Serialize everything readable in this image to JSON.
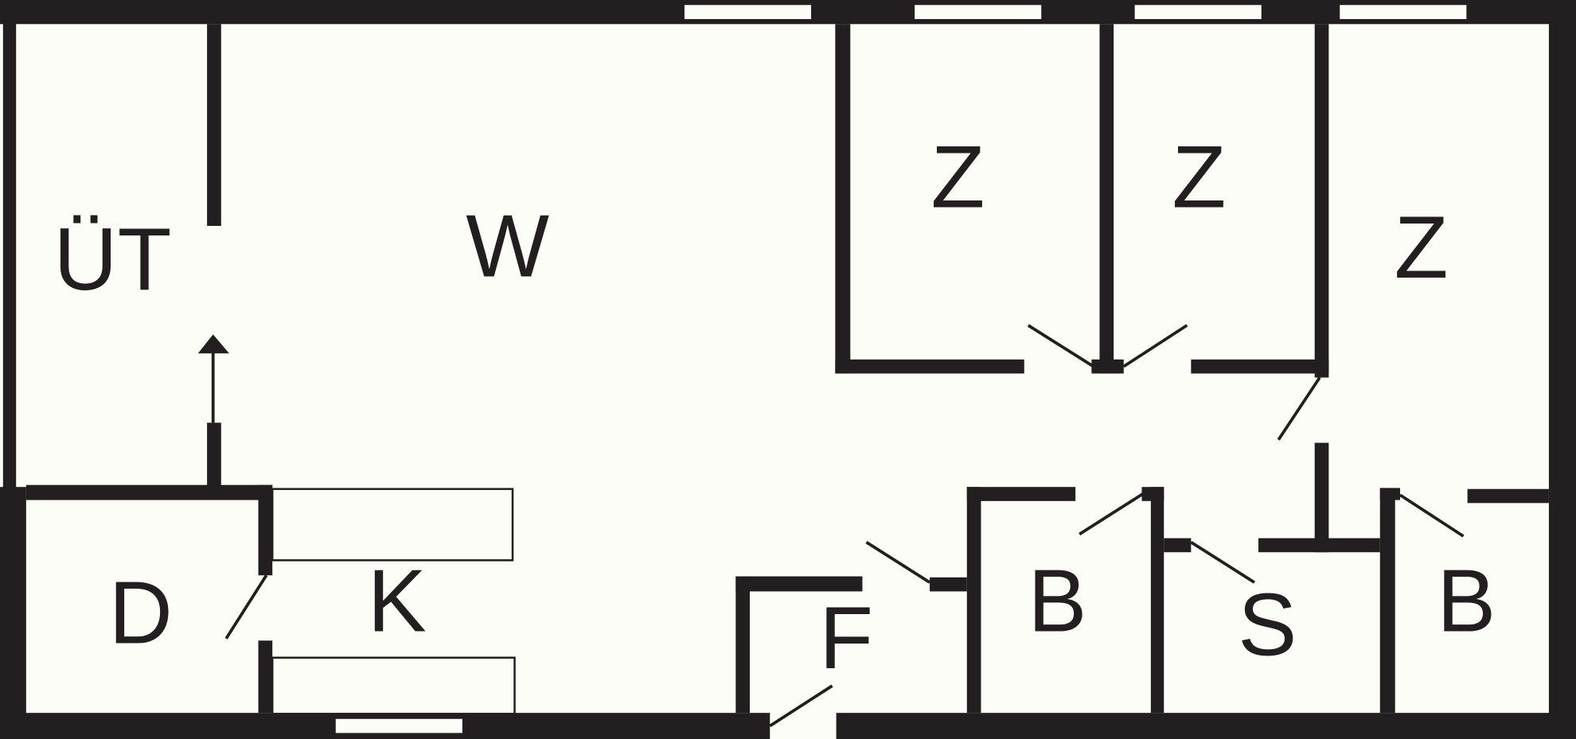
{
  "floor_plan": {
    "rooms": [
      {
        "id": "ut",
        "label": "ÜT"
      },
      {
        "id": "w",
        "label": "W"
      },
      {
        "id": "z1",
        "label": "Z"
      },
      {
        "id": "z2",
        "label": "Z"
      },
      {
        "id": "z3",
        "label": "Z"
      },
      {
        "id": "d",
        "label": "D"
      },
      {
        "id": "k",
        "label": "K"
      },
      {
        "id": "f",
        "label": "F"
      },
      {
        "id": "b1",
        "label": "B"
      },
      {
        "id": "s",
        "label": "S"
      },
      {
        "id": "b2",
        "label": "B"
      }
    ],
    "colors": {
      "wall": "#231f20",
      "background": "#fdfdf8"
    }
  }
}
